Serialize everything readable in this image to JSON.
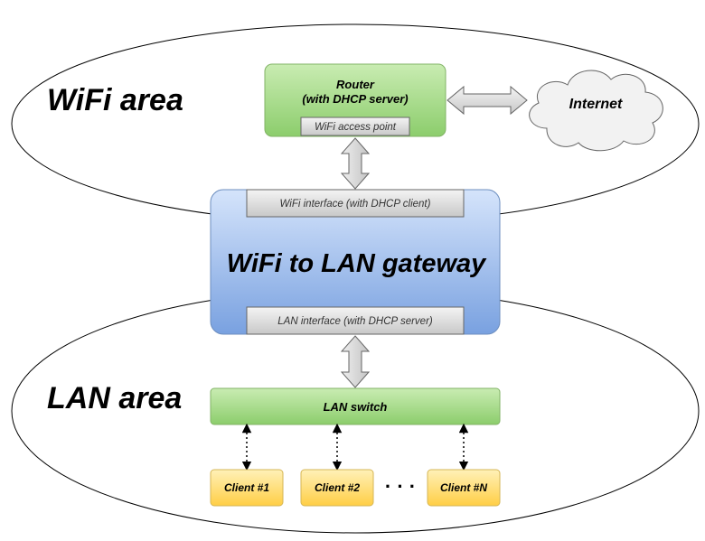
{
  "wifi_area": {
    "label": "WiFi area"
  },
  "lan_area": {
    "label": "LAN area"
  },
  "router": {
    "title_line1": "Router",
    "title_line2": "(with DHCP server)",
    "access_point": "WiFi access point"
  },
  "internet": {
    "label": "Internet"
  },
  "gateway": {
    "title": "WiFi to LAN gateway",
    "wifi_interface": "WiFi interface (with DHCP client)",
    "lan_interface": "LAN interface (with DHCP server)"
  },
  "lan_switch": {
    "label": "LAN switch"
  },
  "clients": [
    {
      "label": "Client #1"
    },
    {
      "label": "Client #2"
    },
    {
      "label": "Client #N"
    }
  ],
  "clients_ellipsis": "· · ·",
  "colors": {
    "router_green": "#a8d98a",
    "switch_green": "#a8d98a",
    "gateway_blue": "#8fb0e8",
    "client_yellow": "#ffd966",
    "interface_gray": "#dcdcdc",
    "arrow_gray": "#d0d0d0",
    "cloud_gray": "#f0f0f0"
  }
}
